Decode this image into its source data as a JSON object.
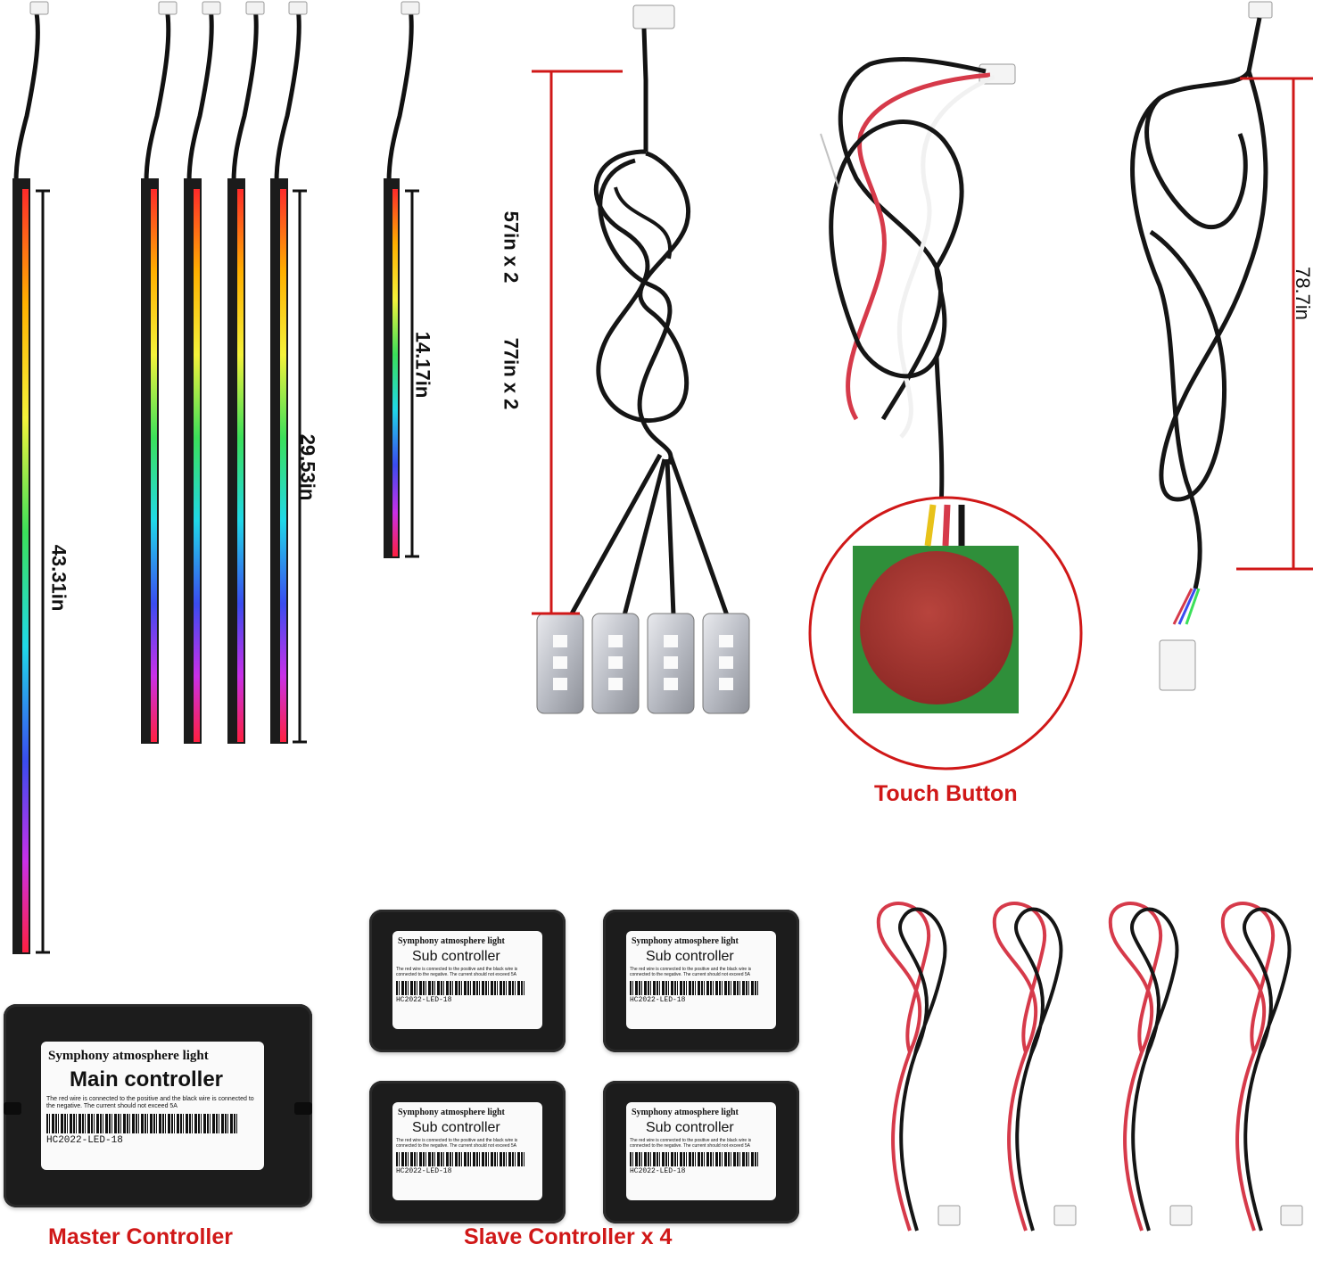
{
  "colors": {
    "caption": "#d01818",
    "dimension_line_red": "#d01818",
    "dimension_line_black": "#111111",
    "strip_body": "#1b1b1b",
    "pcb_green": "#2f8f3a",
    "pad_red": "#a8302c",
    "wire_red": "#d63a4a"
  },
  "icons": {
    "led_strip": "rgb-led-strip-icon",
    "led_pod": "led-pod-icon",
    "touch_pad": "touch-pad-icon",
    "connector": "jst-connector-icon"
  },
  "dimensions": {
    "strip_long": "43.31in",
    "strip_medium": "29.53in",
    "strip_short": "14.17in",
    "harness_line_1": "57in x 2",
    "harness_line_2": "77in x 2",
    "extension_cable": "78.7in"
  },
  "captions": {
    "touch_button": "Touch Button",
    "master_controller": "Master Controller",
    "slave_controller": "Slave Controller x 4"
  },
  "master_label": {
    "line1": "Symphony atmosphere light",
    "line2": "Main controller",
    "line3": "The red wire is connected to the positive and the black wire is connected to the negative. The current should not exceed 5A",
    "line4": "HC2022-LED-18"
  },
  "slave_labels": [
    {
      "line1": "Symphony atmosphere light",
      "line2": "Sub controller",
      "line3": "The red wire is connected to the positive and the black wire is connected to the negative. The current should not exceed 5A",
      "line4": "HC2022-LED-18"
    },
    {
      "line1": "Symphony atmosphere light",
      "line2": "Sub controller",
      "line3": "The red wire is connected to the positive and the black wire is connected to the negative. The current should not exceed 5A",
      "line4": "HC2022-LED-18"
    },
    {
      "line1": "Symphony atmosphere light",
      "line2": "Sub controller",
      "line3": "The red wire is connected to the positive and the black wire is connected to the negative. The current should not exceed 5A",
      "line4": "HC2022-LED-18"
    },
    {
      "line1": "Symphony atmosphere light",
      "line2": "Sub controller",
      "line3": "The red wire is connected to the positive and the black wire is connected to the negative. The current should not exceed 5A",
      "line4": "HC2022-LED-18"
    }
  ]
}
